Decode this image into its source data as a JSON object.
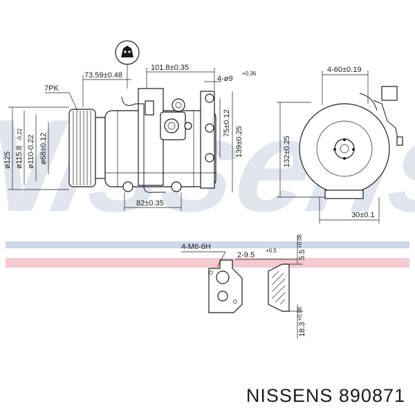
{
  "watermark": "Nissens",
  "brand_colors": {
    "stripe_blue": "#cfd8e8",
    "stripe_pink": "#f5c9d1",
    "watermark": "#d5dce8"
  },
  "caption": {
    "brand": "NISSENS",
    "part_number": "890871"
  },
  "front_view": {
    "dims": {
      "d125": "ø125",
      "d115": "ø115.8",
      "d115_tol": "-0.22",
      "d110": "ø110-0.22",
      "d68": "ø68±0.12",
      "pk": "7PK",
      "top1": "73.59±0.48",
      "top2": "101.8±0.35",
      "holes": "4-ø9",
      "holes_tol": "+0.36",
      "h75": "75±0.12",
      "h139": "139±0.25",
      "bottom82": "82±0.35"
    }
  },
  "side_view": {
    "dims": {
      "top": "4-60±0.19",
      "h132": "132±0.25",
      "bottom30": "30±0.1"
    }
  },
  "detail": {
    "dims": {
      "thread": "4-M6-6H",
      "pins": "2-9.5",
      "pins_tol": "+0.5",
      "h5": "5.5",
      "h5_tol": "+0.08",
      "h18": "18.3",
      "h18_tol": "+0.08"
    }
  }
}
